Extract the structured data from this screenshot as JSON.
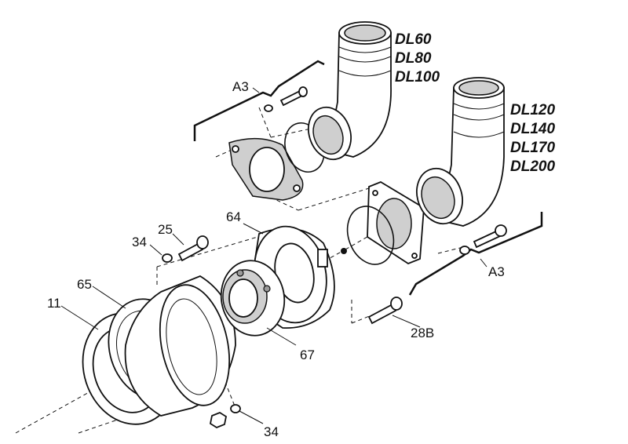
{
  "labels": {
    "a3_top": "A3",
    "a3_right": "A3",
    "p11": "11",
    "p65": "65",
    "p64": "64",
    "p67": "67",
    "p25": "25",
    "p34_upper": "34",
    "p34_lower": "34",
    "p28b": "28B"
  },
  "models_small": [
    "DL60",
    "DL80",
    "DL100"
  ],
  "models_large": [
    "DL120",
    "DL140",
    "DL170",
    "DL200"
  ]
}
